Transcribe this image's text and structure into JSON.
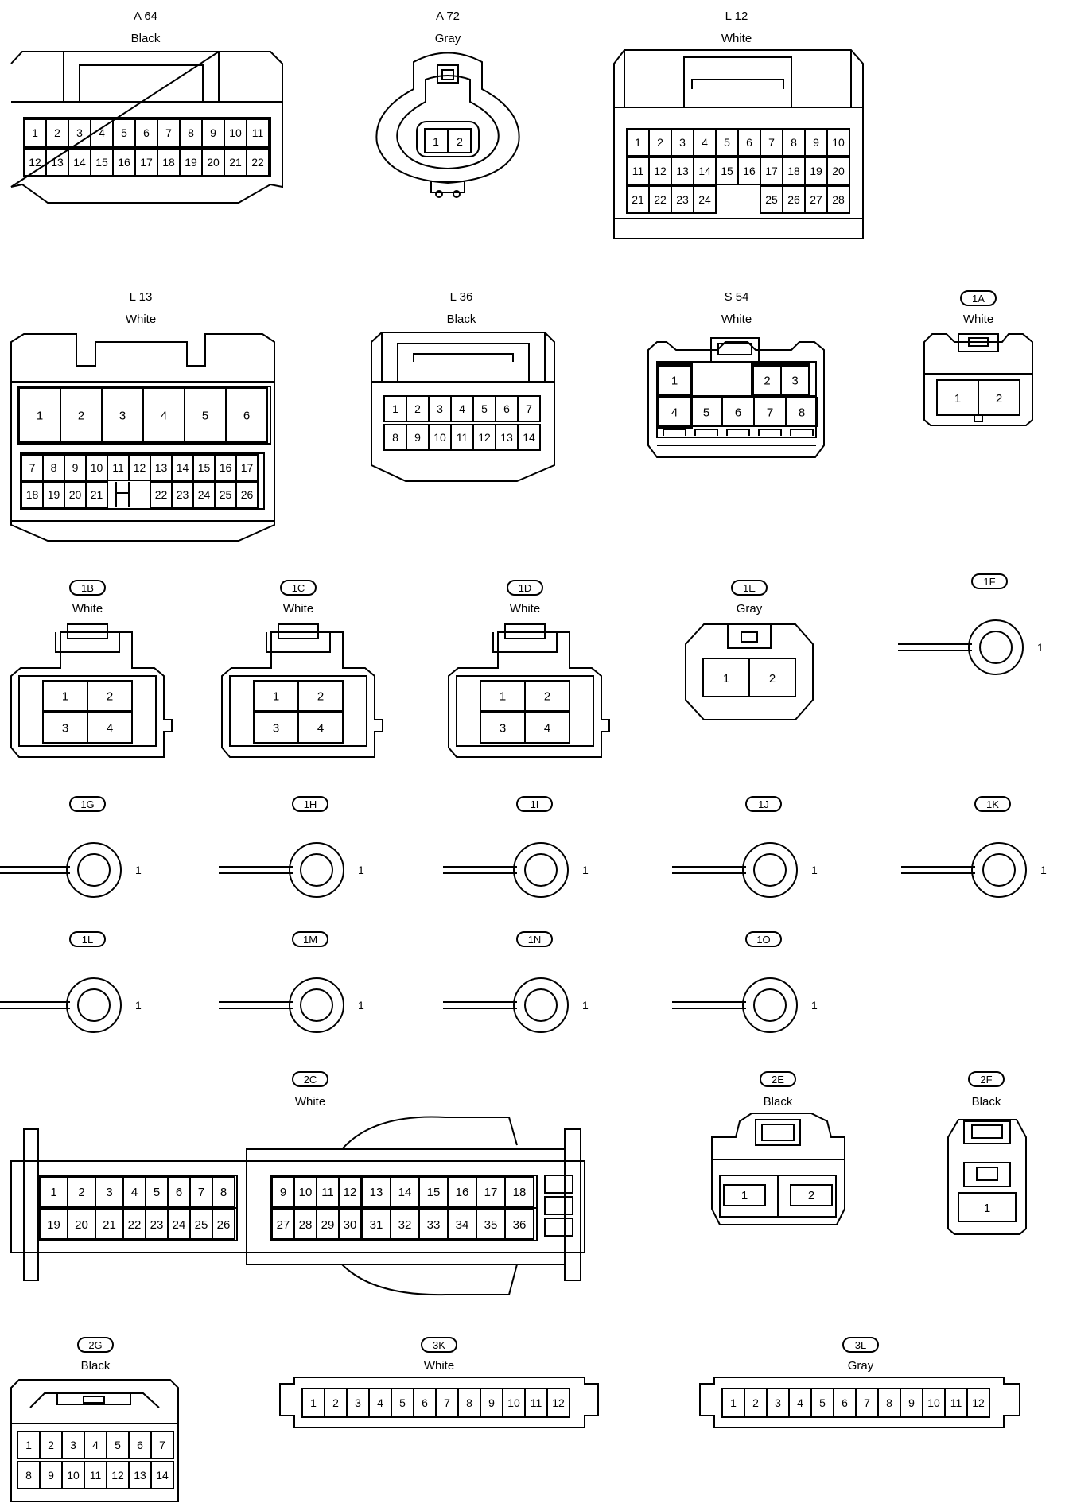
{
  "connectors": {
    "a64": {
      "code": "A 64",
      "color": "Black"
    },
    "a72": {
      "code": "A 72",
      "color": "Gray"
    },
    "l12": {
      "code": "L 12",
      "color": "White"
    },
    "l13": {
      "code": "L 13",
      "color": "White"
    },
    "l36": {
      "code": "L 36",
      "color": "Black"
    },
    "s54": {
      "code": "S 54",
      "color": "White"
    },
    "c1a": {
      "code": "1A",
      "color": "White"
    },
    "c1b": {
      "code": "1B",
      "color": "White"
    },
    "c1c": {
      "code": "1C",
      "color": "White"
    },
    "c1d": {
      "code": "1D",
      "color": "White"
    },
    "c1e": {
      "code": "1E",
      "color": "Gray"
    },
    "c1f": {
      "code": "1F",
      "pin": "1"
    },
    "c1g": {
      "code": "1G",
      "pin": "1"
    },
    "c1h": {
      "code": "1H",
      "pin": "1"
    },
    "c1i": {
      "code": "1I",
      "pin": "1"
    },
    "c1j": {
      "code": "1J",
      "pin": "1"
    },
    "c1k": {
      "code": "1K",
      "pin": "1"
    },
    "c1l": {
      "code": "1L",
      "pin": "1"
    },
    "c1m": {
      "code": "1M",
      "pin": "1"
    },
    "c1n": {
      "code": "1N",
      "pin": "1"
    },
    "c1o": {
      "code": "1O",
      "pin": "1"
    },
    "c2c": {
      "code": "2C",
      "color": "White"
    },
    "c2e": {
      "code": "2E",
      "color": "Black"
    },
    "c2f": {
      "code": "2F",
      "color": "Black"
    },
    "c2g": {
      "code": "2G",
      "color": "Black"
    },
    "c3k": {
      "code": "3K",
      "color": "White"
    },
    "c3l": {
      "code": "3L",
      "color": "Gray"
    }
  }
}
